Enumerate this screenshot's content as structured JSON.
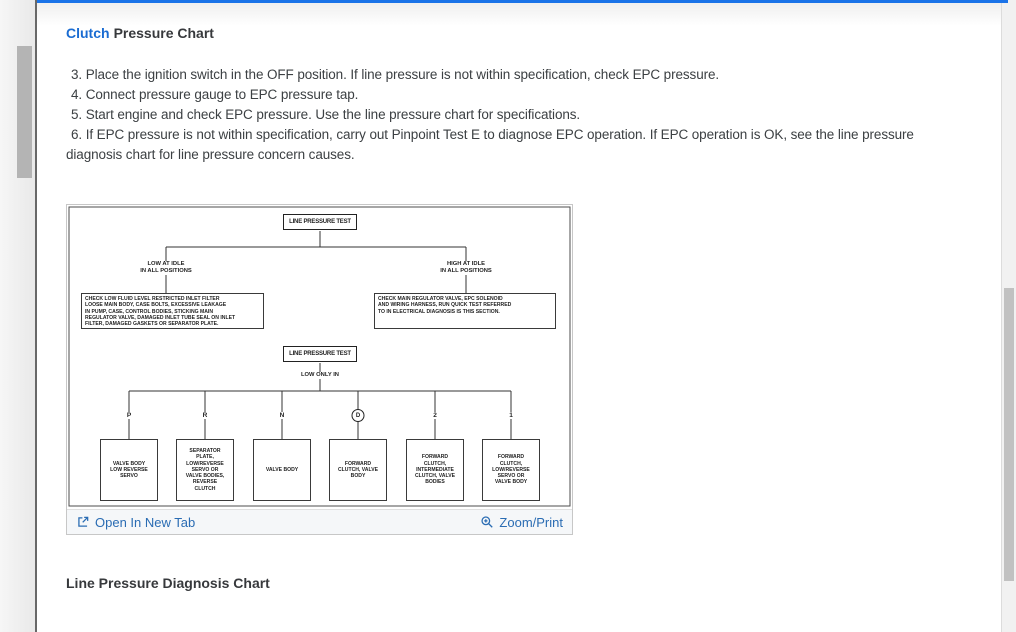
{
  "colors": {
    "accent_blue": "#1a73e8",
    "title_link_blue": "#1a6cd2",
    "footer_link_blue": "#2a6cb3"
  },
  "heading": {
    "link": "Clutch",
    "rest": "Pressure Chart"
  },
  "steps": [
    "3. Place the ignition switch in the OFF position. If line pressure is not within specification, check EPC pressure.",
    "4. Connect pressure gauge to EPC pressure tap.",
    "5. Start engine and check EPC pressure. Use the line pressure chart for specifications.",
    "6. If EPC pressure is not within specification, carry out Pinpoint Test E to diagnose EPC operation. If EPC operation is OK, see the line pressure diagnosis chart for line pressure concern causes."
  ],
  "figure": {
    "footer": {
      "open_label": "Open In New Tab",
      "zoom_label": "Zoom/Print"
    },
    "flowchart": {
      "root": "LINE PRESSURE TEST",
      "left": {
        "condition": "LOW AT IDLE\nIN ALL POSITIONS",
        "action": "CHECK LOW FLUID LEVEL RESTRICTED INLET FILTER\nLOOSE MAIN BODY, CASE BOLTS, EXCESSIVE LEAKAGE\nIN PUMP, CASE, CONTROL BODIES, STICKING MAIN\nREGULATOR VALVE, DAMAGED INLET TUBE SEAL ON INLET\nFILTER, DAMAGED GASKETS OR SEPARATOR PLATE."
      },
      "right": {
        "condition": "HIGH AT IDLE\nIN ALL POSITIONS",
        "action": "CHECK MAIN REGULATOR VALVE, EPC SOLENOID\nAND WIRING HARNESS, RUN QUICK TEST REFERRED\nTO IN ELECTRICAL DIAGNOSIS IS THIS SECTION."
      },
      "retest": "LINE PRESSURE TEST",
      "retest_condition": "LOW ONLY IN",
      "columns": [
        {
          "gear": "P",
          "cause": "VALVE BODY\nLOW REVERSE\nSERVO"
        },
        {
          "gear": "R",
          "cause": "SEPARATOR\nPLATE,\nLOW/REVERSE\nSERVO OR\nVALVE BODIES,\nREVERSE\nCLUTCH"
        },
        {
          "gear": "N",
          "cause": "VALVE BODY"
        },
        {
          "gear": "D",
          "cause": "FORWARD\nCLUTCH, VALVE\nBODY"
        },
        {
          "gear": "2",
          "cause": "FORWARD\nCLUTCH,\nINTERMEDIATE\nCLUTCH, VALVE\nBODIES"
        },
        {
          "gear": "1",
          "cause": "FORWARD\nCLUTCH,\nLOW/REVERSE\nSERVO OR\nVALVE BODY"
        }
      ]
    }
  },
  "bottom_heading": "Line Pressure Diagnosis Chart"
}
